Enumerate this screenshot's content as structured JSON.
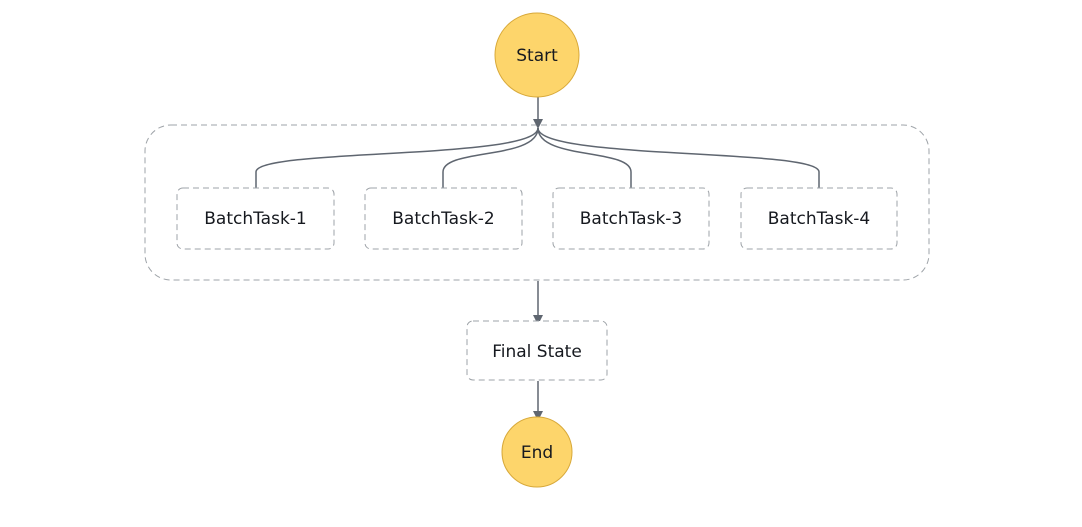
{
  "workflow": {
    "start": {
      "label": "Start"
    },
    "end": {
      "label": "End"
    },
    "parallel": {
      "branches": [
        {
          "label": "BatchTask-1"
        },
        {
          "label": "BatchTask-2"
        },
        {
          "label": "BatchTask-3"
        },
        {
          "label": "BatchTask-4"
        }
      ]
    },
    "final_state": {
      "label": "Final State"
    }
  },
  "colors": {
    "terminal_fill": "#fdd56b",
    "terminal_stroke": "#d8a93a",
    "edge": "#5f6670",
    "dashed_border": "#9ea3a8"
  }
}
